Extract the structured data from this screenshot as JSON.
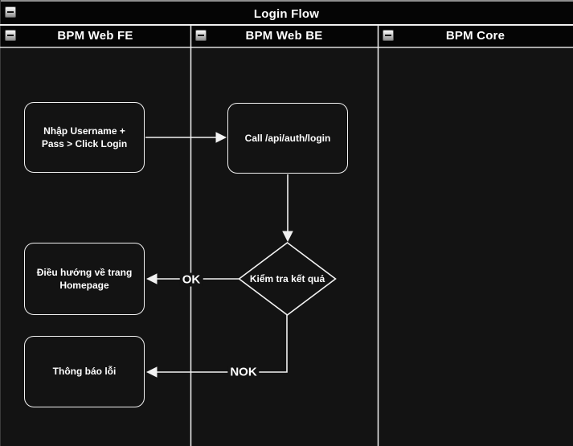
{
  "pool": {
    "title": "Login Flow"
  },
  "lanes": [
    {
      "label": "BPM Web FE"
    },
    {
      "label": "BPM Web BE"
    },
    {
      "label": "BPM Core"
    }
  ],
  "nodes": {
    "input_login": {
      "label": "Nhập Username + Pass > Click Login"
    },
    "call_api": {
      "label": "Call /api/auth/login"
    },
    "check_result": {
      "label": "Kiểm tra kết quả"
    },
    "redirect_home": {
      "label": "Điều hướng về trang Homepage"
    },
    "error_notice": {
      "label": "Thông báo lỗi"
    }
  },
  "edges": {
    "ok_label": "OK",
    "nok_label": "NOK"
  },
  "icons": {
    "collapse": "minus-collapse-icon"
  },
  "colors": {
    "canvas_bg": "#131313",
    "header_bg": "#050505",
    "line": "#f2f2f2",
    "text": "#ffffff",
    "outer_border": "#8f8f8f"
  }
}
